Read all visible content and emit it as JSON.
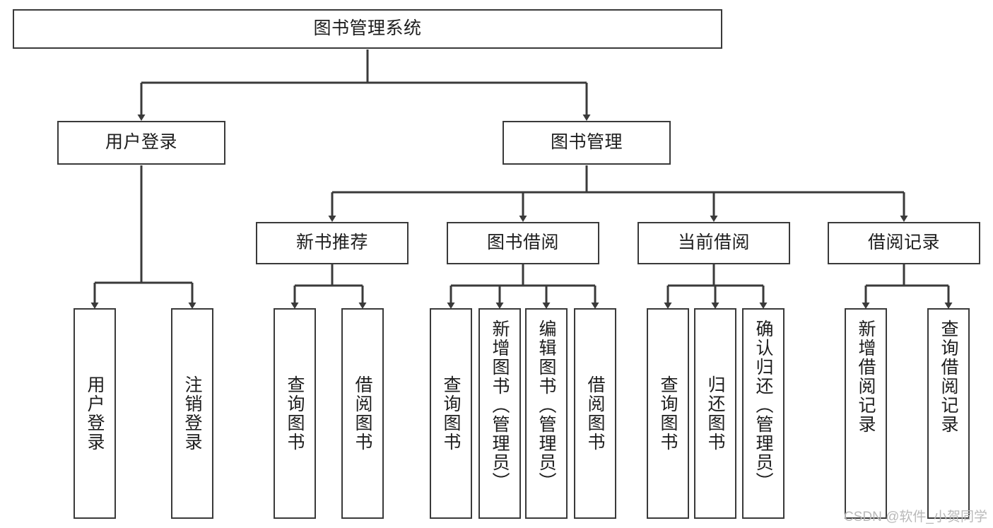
{
  "diagram": {
    "title": "图书管理系统",
    "type": "tree",
    "watermark": "CSDN @软件_小贺同学",
    "colors": {
      "box_border": "#3a3a3a",
      "box_fill": "#ffffff",
      "edge": "#3a3a3a",
      "text": "#1d1d1d",
      "watermark": "#b9b9b9",
      "background": "#ffffff"
    },
    "nodes": {
      "root": {
        "label": "图书管理系统"
      },
      "level2": [
        {
          "id": "user-login",
          "label": "用户登录"
        },
        {
          "id": "book-manage",
          "label": "图书管理"
        }
      ],
      "level3": [
        {
          "id": "new-book-recommend",
          "label": "新书推荐"
        },
        {
          "id": "book-borrow",
          "label": "图书借阅"
        },
        {
          "id": "current-borrow",
          "label": "当前借阅"
        },
        {
          "id": "borrow-record",
          "label": "借阅记录"
        }
      ],
      "leaves": {
        "user-login": [
          {
            "id": "leaf-user-login",
            "label": "用户登录"
          },
          {
            "id": "leaf-logout-login",
            "label": "注销登录"
          }
        ],
        "new-book-recommend": [
          {
            "id": "leaf-query-book-1",
            "label": "查询图书"
          },
          {
            "id": "leaf-borrow-book-1",
            "label": "借阅图书"
          }
        ],
        "book-borrow": [
          {
            "id": "leaf-query-book-2",
            "label": "查询图书"
          },
          {
            "id": "leaf-add-book",
            "label": "新增图书（管理员）"
          },
          {
            "id": "leaf-edit-book",
            "label": "编辑图书（管理员）"
          },
          {
            "id": "leaf-borrow-book-2",
            "label": "借阅图书"
          }
        ],
        "current-borrow": [
          {
            "id": "leaf-query-book-3",
            "label": "查询图书"
          },
          {
            "id": "leaf-return-book",
            "label": "归还图书"
          },
          {
            "id": "leaf-confirm-return",
            "label": "确认归还（管理员）"
          }
        ],
        "borrow-record": [
          {
            "id": "leaf-add-borrow-record",
            "label": "新增借阅记录"
          },
          {
            "id": "leaf-query-borrow-record",
            "label": "查询借阅记录"
          }
        ]
      }
    }
  }
}
